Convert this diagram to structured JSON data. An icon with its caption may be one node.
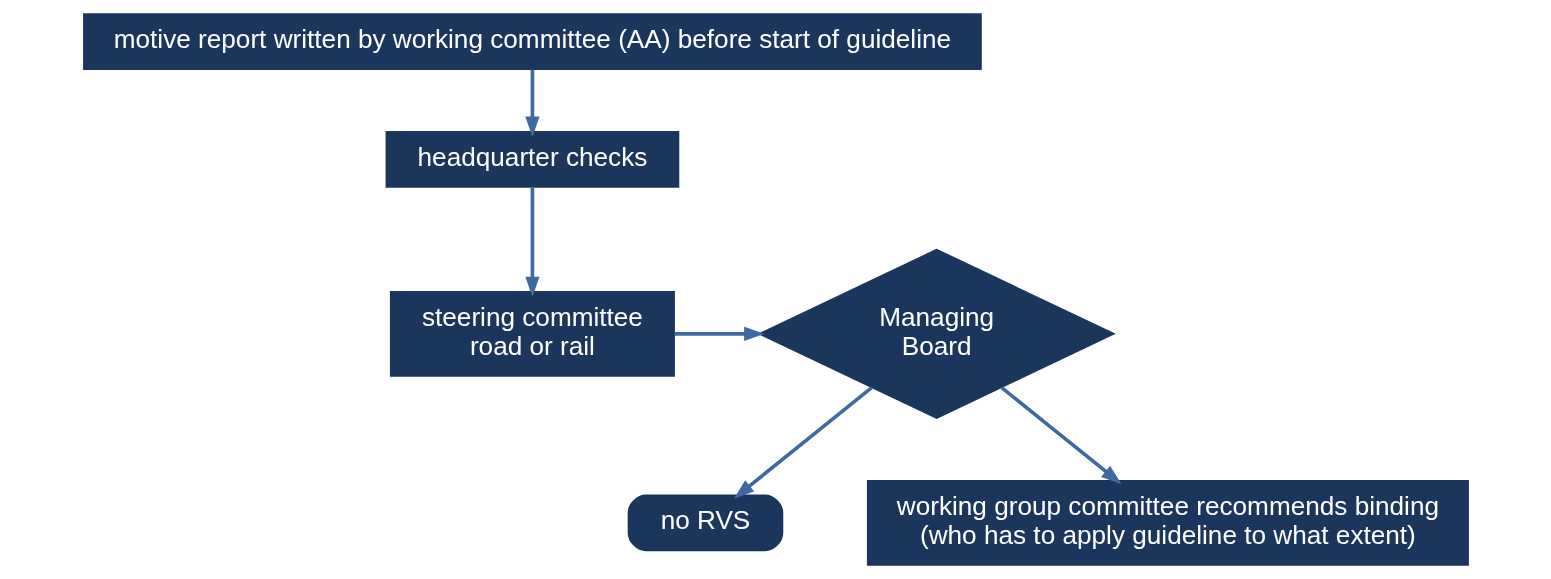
{
  "diagram": {
    "nodes": [
      {
        "text": [
          "motive report written by working committee (AA) before start of guideline"
        ]
      },
      {
        "text": [
          "headquarter checks"
        ]
      },
      {
        "text": [
          "steering committee road or rail"
        ]
      },
      {
        "text": [
          "Managing Board"
        ]
      },
      {
        "text": [
          "no RVS"
        ]
      },
      {
        "text": [
          "working group committee recommends binding (who has to apply guideline to what extent)"
        ]
      }
    ],
    "edges": [
      {
        "from": 0,
        "to": 1,
        "arrow": "to"
      },
      {
        "from": 1,
        "to": 2,
        "arrow": "to"
      },
      {
        "from": 2,
        "to": 3,
        "arrow": "to"
      },
      {
        "from": 3,
        "to": 4,
        "arrow": "to"
      },
      {
        "from": 3,
        "to": 5,
        "arrow": "to"
      }
    ]
  }
}
